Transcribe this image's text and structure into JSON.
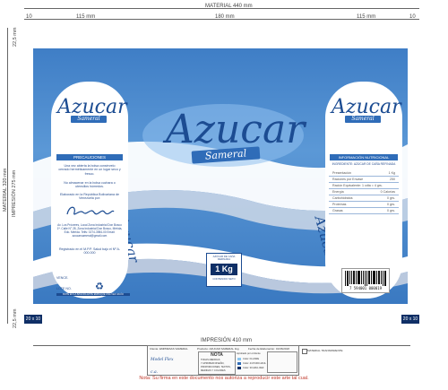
{
  "dimensions": {
    "material_width": "MATERIAL 440 mm",
    "margin_left": "10",
    "side_left": "115 mm",
    "center": "180 mm",
    "side_right": "115 mm",
    "margin_right": "10",
    "top_margin": "22,5 mm",
    "bottom_margin": "22,5 mm",
    "material_height": "MATERIAL 320 mm",
    "impression_height": "IMPRESIÓN 275 mm",
    "impression_width": "IMPRESIÓN 410 mm",
    "corner_left": "20 x 10",
    "corner_right": "20 x 10"
  },
  "label": {
    "brand": "Azucar",
    "sub_brand": "Sameral",
    "left_panel": {
      "title": "Azucar",
      "sub": "Sameral",
      "section": "PRECAUCIONES",
      "precautions": "Una vez abierta la bolsa consérvelo cerrado herméticamente en un lugar seco y fresco.",
      "warning": "No almacenar en la bolsa cuchara o utensilios húmedos.",
      "registry": "Elaborado en la República Bolivariana de Venezuela por:",
      "address": "Av. Los Próceres, Local Zona Industrial Don Bosco 1ª. Calle N° 28, Zona Industrial Don Bosco, Mérida, Edo. Mérida. Telfs: 0274-3984-00 Email: azucarsameral@gmail.com",
      "reg": "Registrado en el M.P.P. Salud bajo el Nº A-000.000",
      "lote_label": "LOTE NO.",
      "venc_label": "VENCE.",
      "recycle_note": "BOTE EN LA BASURA ESTE EMPAQUE UNA VEZ VACÍO"
    },
    "right_panel": {
      "title": "Azucar",
      "sub": "Sameral",
      "section": "INFORMACIÓN NUTRICIONAL",
      "ingredients": "INGREDIENTE: AZÚCAR DE CAÑA REFINADA",
      "rows": [
        {
          "k": "Presentación",
          "v": "1 Kg"
        },
        {
          "k": "Raciones por Envase",
          "v": "250"
        },
        {
          "k": "Ración Equivalente: 1 cdta = 4 grs.",
          "v": ""
        },
        {
          "k": "Energía",
          "v": "0 Calorías"
        },
        {
          "k": "Carbohidratos",
          "v": "0 grs."
        },
        {
          "k": "Proteínas",
          "v": "0 grs."
        },
        {
          "k": "Grasas",
          "v": "0 grs."
        }
      ],
      "barcode_number": "7 594001 000019"
    },
    "weight_box": {
      "caption": "AZÚCAR DE CAÑA REFINADA",
      "weight": "1 Kg",
      "net": "CONTENIDO NETO"
    },
    "side_text": "Azucar"
  },
  "footer": {
    "client_label": "Cliente: EMPRESAS SAMERAL",
    "product_label": "Producto: AZUCAR SAMERAL 1kg",
    "date_label": "Fecha de Elaboración: 01/06/2018",
    "nota_title": "NOTA",
    "nota_lines": [
      "TODAS MEDIDAS",
      "Y APROBAR DISEÑO,",
      "PROPORCIONES, TEXTOS,",
      "MEDIDAS Y COLORES"
    ],
    "approval": "Aprobado por el cliente",
    "logo_text": "Model Flex c.a.",
    "inks": [
      "Color: FLUORE",
      "Color: 44 PURO AZUL",
      "Color: 30 AZUL REF"
    ],
    "film_label": "MATERIAL TRANSPARENTE",
    "disclaimer": "Nota: Su firma en este documento nos autoriza a reproducir este arte tal cual."
  },
  "colors": {
    "label_blue": "#3f7ec6",
    "dark_navy": "#0f2f66",
    "brand_text": "#1c4c92",
    "disclaimer_red": "#c0392b"
  }
}
